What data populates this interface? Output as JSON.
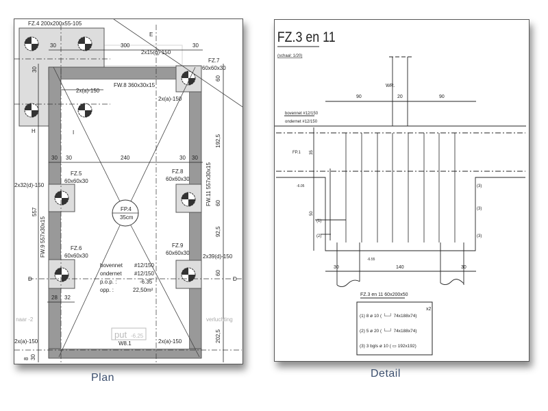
{
  "plan": {
    "caption": "Plan",
    "fz4": "FZ.4 200x200x55-105",
    "dim_30a": "30",
    "dim_300": "300",
    "dim_30b": "30",
    "rebar_top": "2x15(q)-150",
    "fz7": "FZ.7",
    "fz7_size": "60x60x30",
    "dim_60a": "60",
    "fw8": "FW.8 360x30x15",
    "rebar_left_top": "2x(a)-150",
    "rebar_right_top": "2x(a)-150",
    "dim_30_left": "30",
    "dim_1925": "192,5",
    "row_30a": "30",
    "row_30b": "30",
    "dim_240": "240",
    "row_30c": "30",
    "row_30d": "30",
    "fz5": "FZ.5",
    "fz5_size": "60x60x30",
    "fz8": "FZ.8",
    "fz8_size": "60x60x30",
    "fw11": "FW.11 557x30x15",
    "rebar_left_mid": "2x32(d)-150",
    "dim_557": "557",
    "fw9": "FW.9 557x30x15",
    "fp4": "FP.4",
    "fp4_size": "35cm",
    "dim_60b": "60",
    "dim_925": "92,5",
    "fz6": "FZ.6",
    "fz6_size": "60x60x30",
    "fz9": "FZ.9",
    "fz9_size": "60x60x30",
    "rebar_right_mid": "2x39(d)-150",
    "dim_60c": "60",
    "notes": [
      {
        "label": "bovennet",
        "value": "#12/150"
      },
      {
        "label": "ondernet",
        "value": "#12/150"
      },
      {
        "label": "p.o.p. :",
        "value": "-6.35"
      },
      {
        "label": "opp. :",
        "value": "22,50m²"
      }
    ],
    "dim_28": "28",
    "dim_32": "32",
    "naar": "naar -2",
    "verluchting": "verluchting",
    "put": "put",
    "put_level": "-6.25",
    "rebar_left_bot": "2x(a)-150",
    "rebar_right_bot": "2x(a)-150",
    "w81": "W8.1",
    "dim_2025": "202,5",
    "dim_8": "8",
    "dim_30_bot": "30",
    "sec_E": "E",
    "sec_H": "H",
    "sec_I": "I",
    "sec_D": "D"
  },
  "detail": {
    "caption": "Detail",
    "title": "FZ.3 en 11",
    "scale": "(schaal: 1/20)",
    "wr": "WR.",
    "dim_90a": "90",
    "dim_20": "20",
    "dim_90b": "90",
    "bovennet": "bovennet #12/150",
    "ondernet": "ondernet #12/150",
    "fp1": "FP.1",
    "dim_35": "35",
    "level_top": "-6.05",
    "level_bot": "-6.55",
    "dim_50": "50",
    "mark1": "(1)",
    "mark2": "(2)",
    "mark3": "(3)",
    "dim_30a": "30",
    "dim_140": "140",
    "dim_30b": "30",
    "footing_label": "FZ.3 en 11  60x200x50",
    "times": "x2",
    "rebar_list": [
      "(1)  8 ø 10 ( └─┘ 74x188x74)",
      "(2)  5 ø 20 ( └─┘ 74x188x74)",
      "(3)  3 bgls ø 10 ( ▭ 192x192)"
    ]
  }
}
